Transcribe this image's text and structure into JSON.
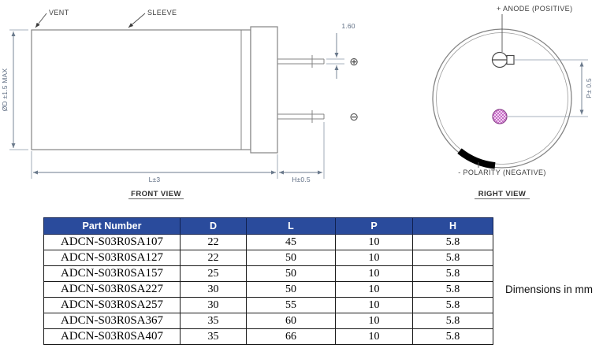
{
  "front_view": {
    "vent_label": "VENT",
    "sleeve_label": "SLEEVE",
    "diameter_dim": "ØD ±1.5 MAX",
    "lead_diameter_dim": "1.60",
    "positive_symbol": "⊕",
    "negative_symbol": "⊖",
    "length_dim": "L±3",
    "terminal_height_dim": "H±0.5",
    "title": "FRONT VIEW"
  },
  "right_view": {
    "anode_label": "+ ANODE (POSITIVE)",
    "polarity_label": "- POLARITY (NEGATIVE)",
    "pitch_dim": "P± 0.5",
    "title": "RIGHT VIEW"
  },
  "table": {
    "header_bg": "#2a4b9c",
    "header_text_color": "#ffffff",
    "headers": [
      "Part Number",
      "D",
      "L",
      "P",
      "H"
    ],
    "rows": [
      [
        "ADCN-S03R0SA107",
        "22",
        "45",
        "10",
        "5.8"
      ],
      [
        "ADCN-S03R0SA127",
        "22",
        "50",
        "10",
        "5.8"
      ],
      [
        "ADCN-S03R0SA157",
        "25",
        "50",
        "10",
        "5.8"
      ],
      [
        "ADCN-S03R0SA227",
        "30",
        "50",
        "10",
        "5.8"
      ],
      [
        "ADCN-S03R0SA257",
        "30",
        "55",
        "10",
        "5.8"
      ],
      [
        "ADCN-S03R0SA367",
        "35",
        "60",
        "10",
        "5.8"
      ],
      [
        "ADCN-S03R0SA407",
        "35",
        "66",
        "10",
        "5.8"
      ]
    ]
  },
  "note": "Dimensions in mm"
}
